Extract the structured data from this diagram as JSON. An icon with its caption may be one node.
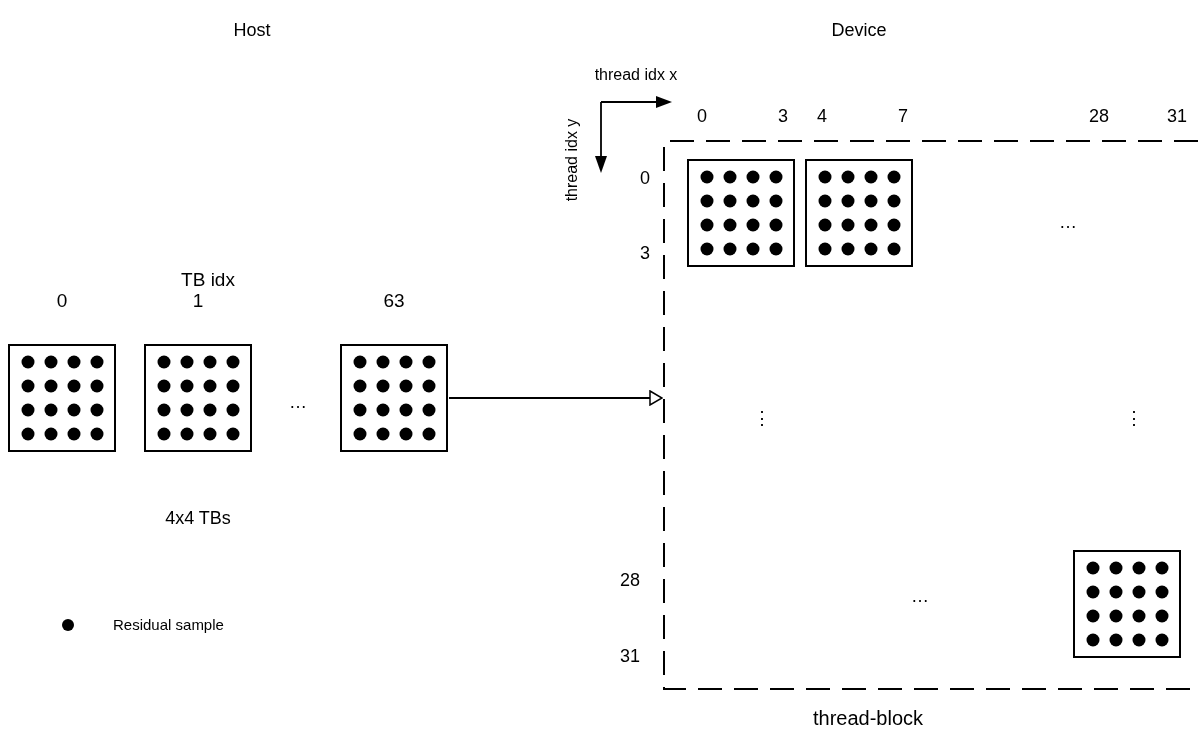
{
  "diagram": {
    "nodes": [
      {
        "text": [],
        "shape": "box"
      },
      {
        "text": [],
        "shape": "box"
      },
      {
        "text": [],
        "shape": "box"
      },
      {
        "text": [
          "thread-block"
        ]
      },
      {
        "text": [],
        "shape": "box",
        "in": 3
      },
      {
        "text": [],
        "shape": "box",
        "in": 3
      },
      {
        "text": [],
        "shape": "box",
        "in": 3
      }
    ],
    "edges": [
      {
        "from": 2,
        "to": 3,
        "arrow": "to"
      }
    ],
    "labels": [
      "Host",
      "Device",
      "thread idx x",
      "thread idx y",
      "0",
      "3",
      "4",
      "7",
      "28",
      "31",
      "0",
      "3",
      "…",
      "TB idx",
      "0",
      "1",
      "63",
      "…",
      "⋮",
      "⋮",
      "4x4 TBs",
      "28",
      "…",
      "31"
    ],
    "legend": [
      {
        "text": "Residual sample"
      }
    ]
  }
}
